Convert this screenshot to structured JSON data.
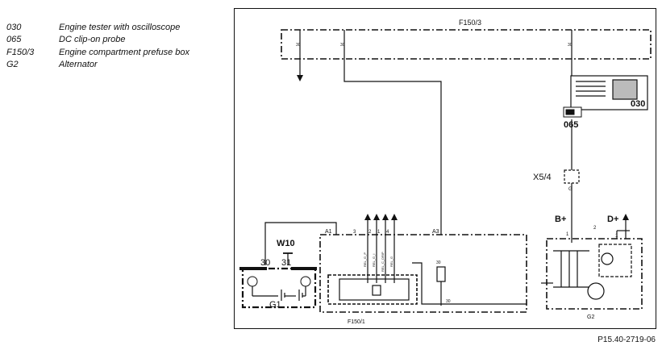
{
  "legend": [
    {
      "code": "030",
      "desc": "Engine tester with oscilloscope"
    },
    {
      "code": "065",
      "desc": "DC clip-on probe"
    },
    {
      "code": "F150/3",
      "desc": "Engine compartment prefuse box"
    },
    {
      "code": "G2",
      "desc": "Alternator"
    }
  ],
  "diagram": {
    "prefuse_label": "F150/3",
    "wire_mark_30a": "30",
    "wire_mark_30b": "30",
    "wire_mark_30c": "30",
    "tester_label": "030",
    "probe_label": "065",
    "connector_label": "X5/4",
    "connector_pin": "G",
    "bplus_label": "B+",
    "dplus_label": "D+",
    "w10_label": "W10",
    "term30_label": "30",
    "term31_label": "31",
    "battery_label": "G1",
    "a1_label": "A1",
    "a3_label": "A3",
    "f150_1_label": "F150/1",
    "g2_label": "G2",
    "pin3": "3",
    "pin2": "2",
    "pin1": "1",
    "pin4": "4",
    "g2_pin1": "1",
    "g2_pin2": "2",
    "g2_pin1b": "1",
    "signal1": "REL_G_P",
    "signal2": "REL_G_I",
    "signal3": "REL_C_DRIP",
    "signal4": "REL_G",
    "fuse_id": "30",
    "inner_30": "30"
  },
  "figure_id": "P15.40-2719-06"
}
